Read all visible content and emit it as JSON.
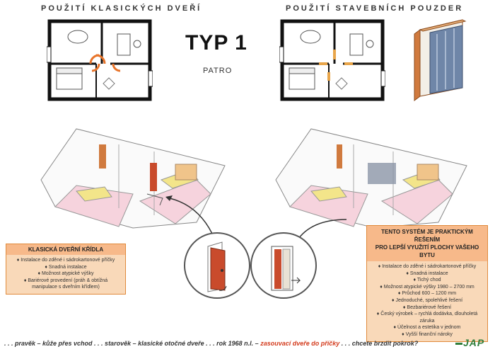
{
  "headings": {
    "left": "POUŽITÍ   KLASICKÝCH   DVEŘÍ",
    "right": "POUŽITÍ   STAVEBNÍCH   POUZDER"
  },
  "title": "TYP 1",
  "subtitle": "PATRO",
  "left_box": {
    "title": "KLASICKÁ DVEŘNÍ KŘÍDLA",
    "items": [
      "♦ Instalace do zděné i sádrokartonové příčky",
      "♦ Snadná instalace",
      "♦ Možnost atypické výšky",
      "♦ Bariérové provedení (práh & obtížná manipulace s dveřním křídlem)"
    ]
  },
  "right_box": {
    "title_line1": "TENTO SYSTÉM JE PRAKTICKÝM ŘEŠENÍM",
    "title_line2": "PRO LEPŠÍ VYUŽITÍ PLOCHY VAŠEHO BYTU",
    "items": [
      "♦ Instalace do zděné i sádrokartonové příčky",
      "♦ Snadná instalace",
      "♦ Tichý chod",
      "♦ Možnost atypické výšky 1980 – 2700 mm",
      "♦ Průchod 600 – 1200 mm",
      "♦ Jednoduché, spolehlivé řešení",
      "♦ Bezbariérové řešení",
      "♦ Český výrobek – rychlá dodávka, dlouholetá záruka",
      "♦ Účelnost a estetika v jednom",
      "♦ Vyšší finanční nároky"
    ]
  },
  "footer": {
    "part1": ". . . pravěk – kůže přes vchod . . . starověk – klasické otočné dveře . . . rok 1968 n.l. –",
    "highlight": "zasouvací dveře do příčky",
    "part2": ". . . chcete brzdit pokrok?",
    "logo": "JAP"
  },
  "colors": {
    "accent": "#e8742a",
    "box_bg": "#f9d9b9",
    "box_title": "#f7b98a",
    "floor_pink": "#f3c6d2",
    "floor_yellow": "#f3e58a",
    "logo_green": "#2f7d3a"
  }
}
